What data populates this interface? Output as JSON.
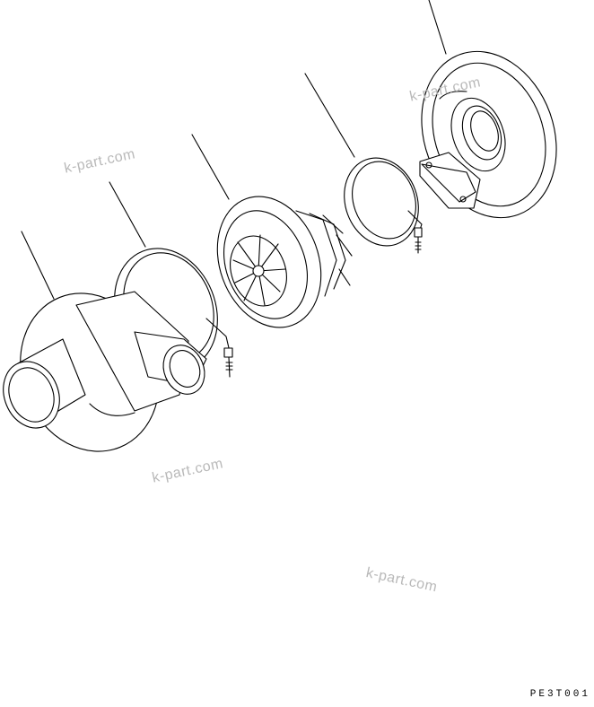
{
  "watermarks": [
    "k-part.com",
    "k-part.com",
    "k-part.com",
    "k-part.com"
  ],
  "drawing_code": "PE3T001",
  "parts": [
    "compressor-housing",
    "compressor-clamp",
    "cartridge-assembly",
    "turbine-clamp",
    "turbine-housing"
  ]
}
